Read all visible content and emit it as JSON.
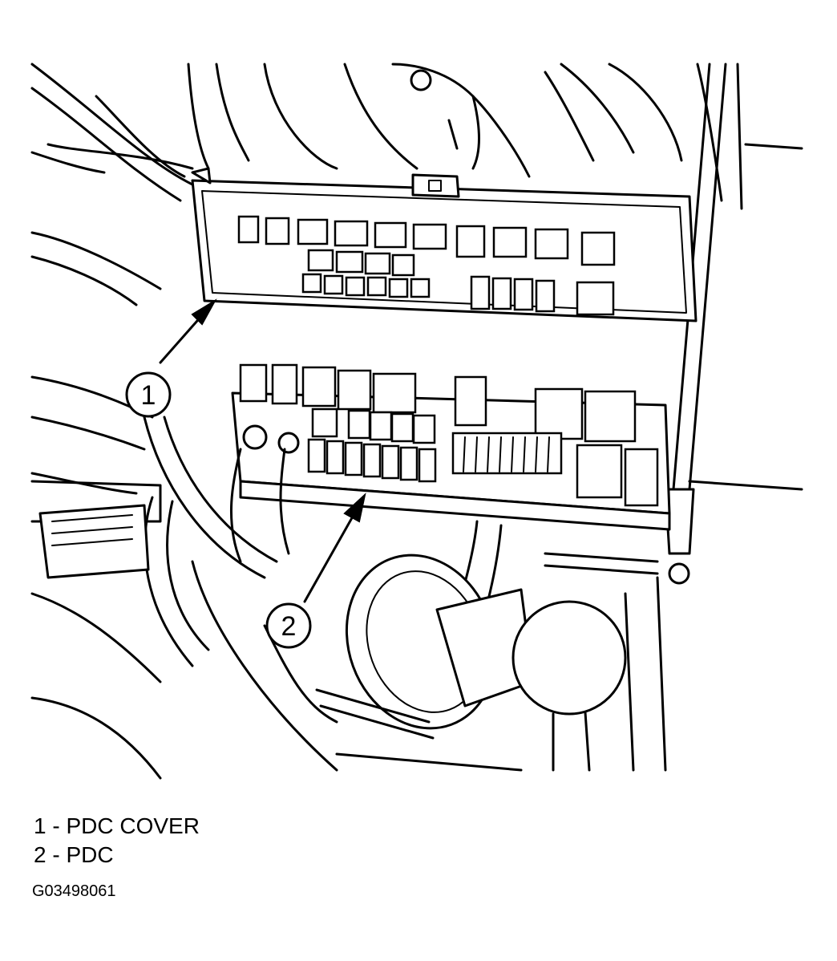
{
  "callouts": [
    {
      "number": "1"
    },
    {
      "number": "2"
    }
  ],
  "legend": [
    {
      "number": "1",
      "separator": "-",
      "label": "PDC COVER"
    },
    {
      "number": "2",
      "separator": "-",
      "label": "PDC"
    }
  ],
  "figure_id": "G03498061"
}
